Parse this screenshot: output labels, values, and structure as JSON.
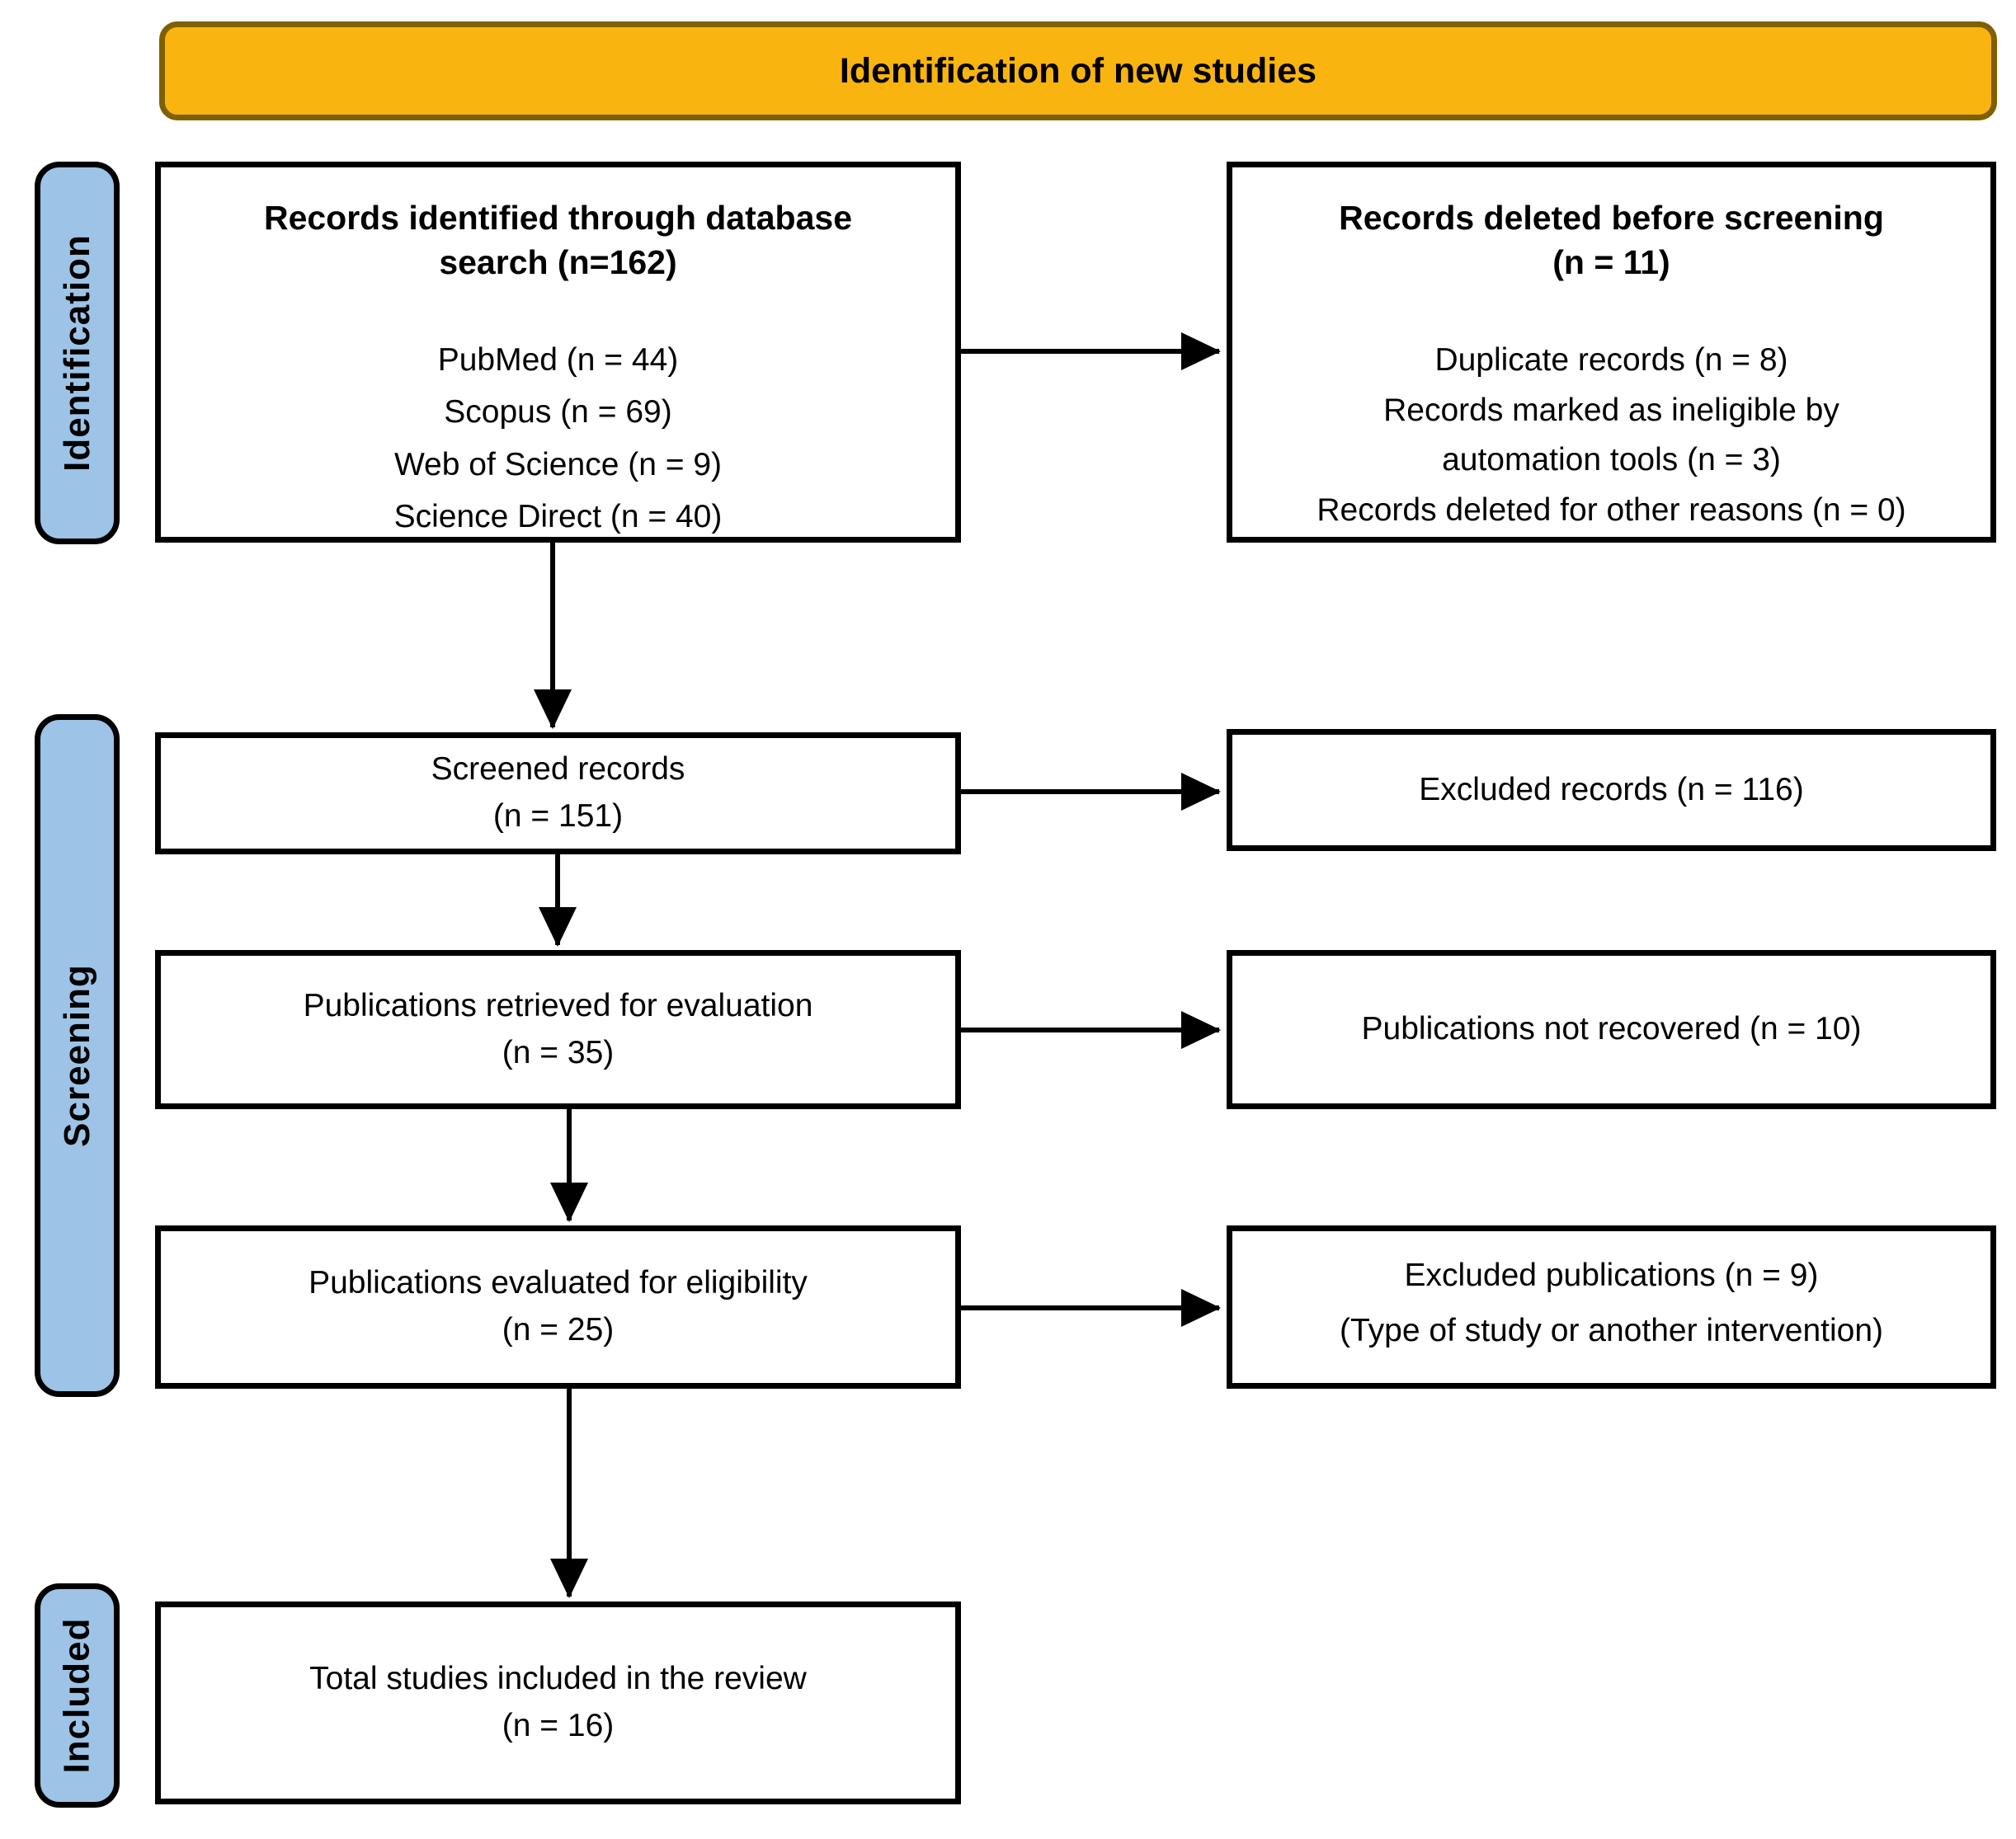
{
  "colors": {
    "banner_fill": "#F9B410",
    "banner_border": "#7F6000",
    "sidebar_fill": "#9DC3E6",
    "box_border": "#000000",
    "arrow_color": "#000000"
  },
  "banner": {
    "label": "Identification of new studies"
  },
  "stages": {
    "identification": "Identification",
    "screening": "Screening",
    "included": "Included"
  },
  "boxes": {
    "identified": {
      "title_line1": "Records identified through database",
      "title_line2": "search (n=162)",
      "sources": [
        "PubMed (n = 44)",
        "Scopus (n = 69)",
        "Web of Science (n = 9)",
        "Science Direct (n = 40)"
      ]
    },
    "deleted": {
      "title_line1": "Records deleted before screening",
      "title_line2": "(n = 11)",
      "reasons": [
        "Duplicate records (n = 8)",
        "Records marked as ineligible by automation tools (n = 3)",
        "Records deleted for other reasons (n = 0)"
      ]
    },
    "screened": {
      "label": "Screened records",
      "count": "(n = 151)"
    },
    "excluded_records": {
      "label": "Excluded records (n = 116)"
    },
    "retrieved": {
      "label": "Publications retrieved for evaluation",
      "count": "(n = 35)"
    },
    "not_recovered": {
      "label": "Publications not recovered (n = 10)"
    },
    "eligibility": {
      "label": "Publications evaluated for eligibility",
      "count": "(n = 25)"
    },
    "excluded_publications": {
      "label": "Excluded publications (n = 9)",
      "note": "(Type of study or another intervention)"
    },
    "included_total": {
      "label": "Total studies included in the review",
      "count": "(n = 16)"
    }
  }
}
